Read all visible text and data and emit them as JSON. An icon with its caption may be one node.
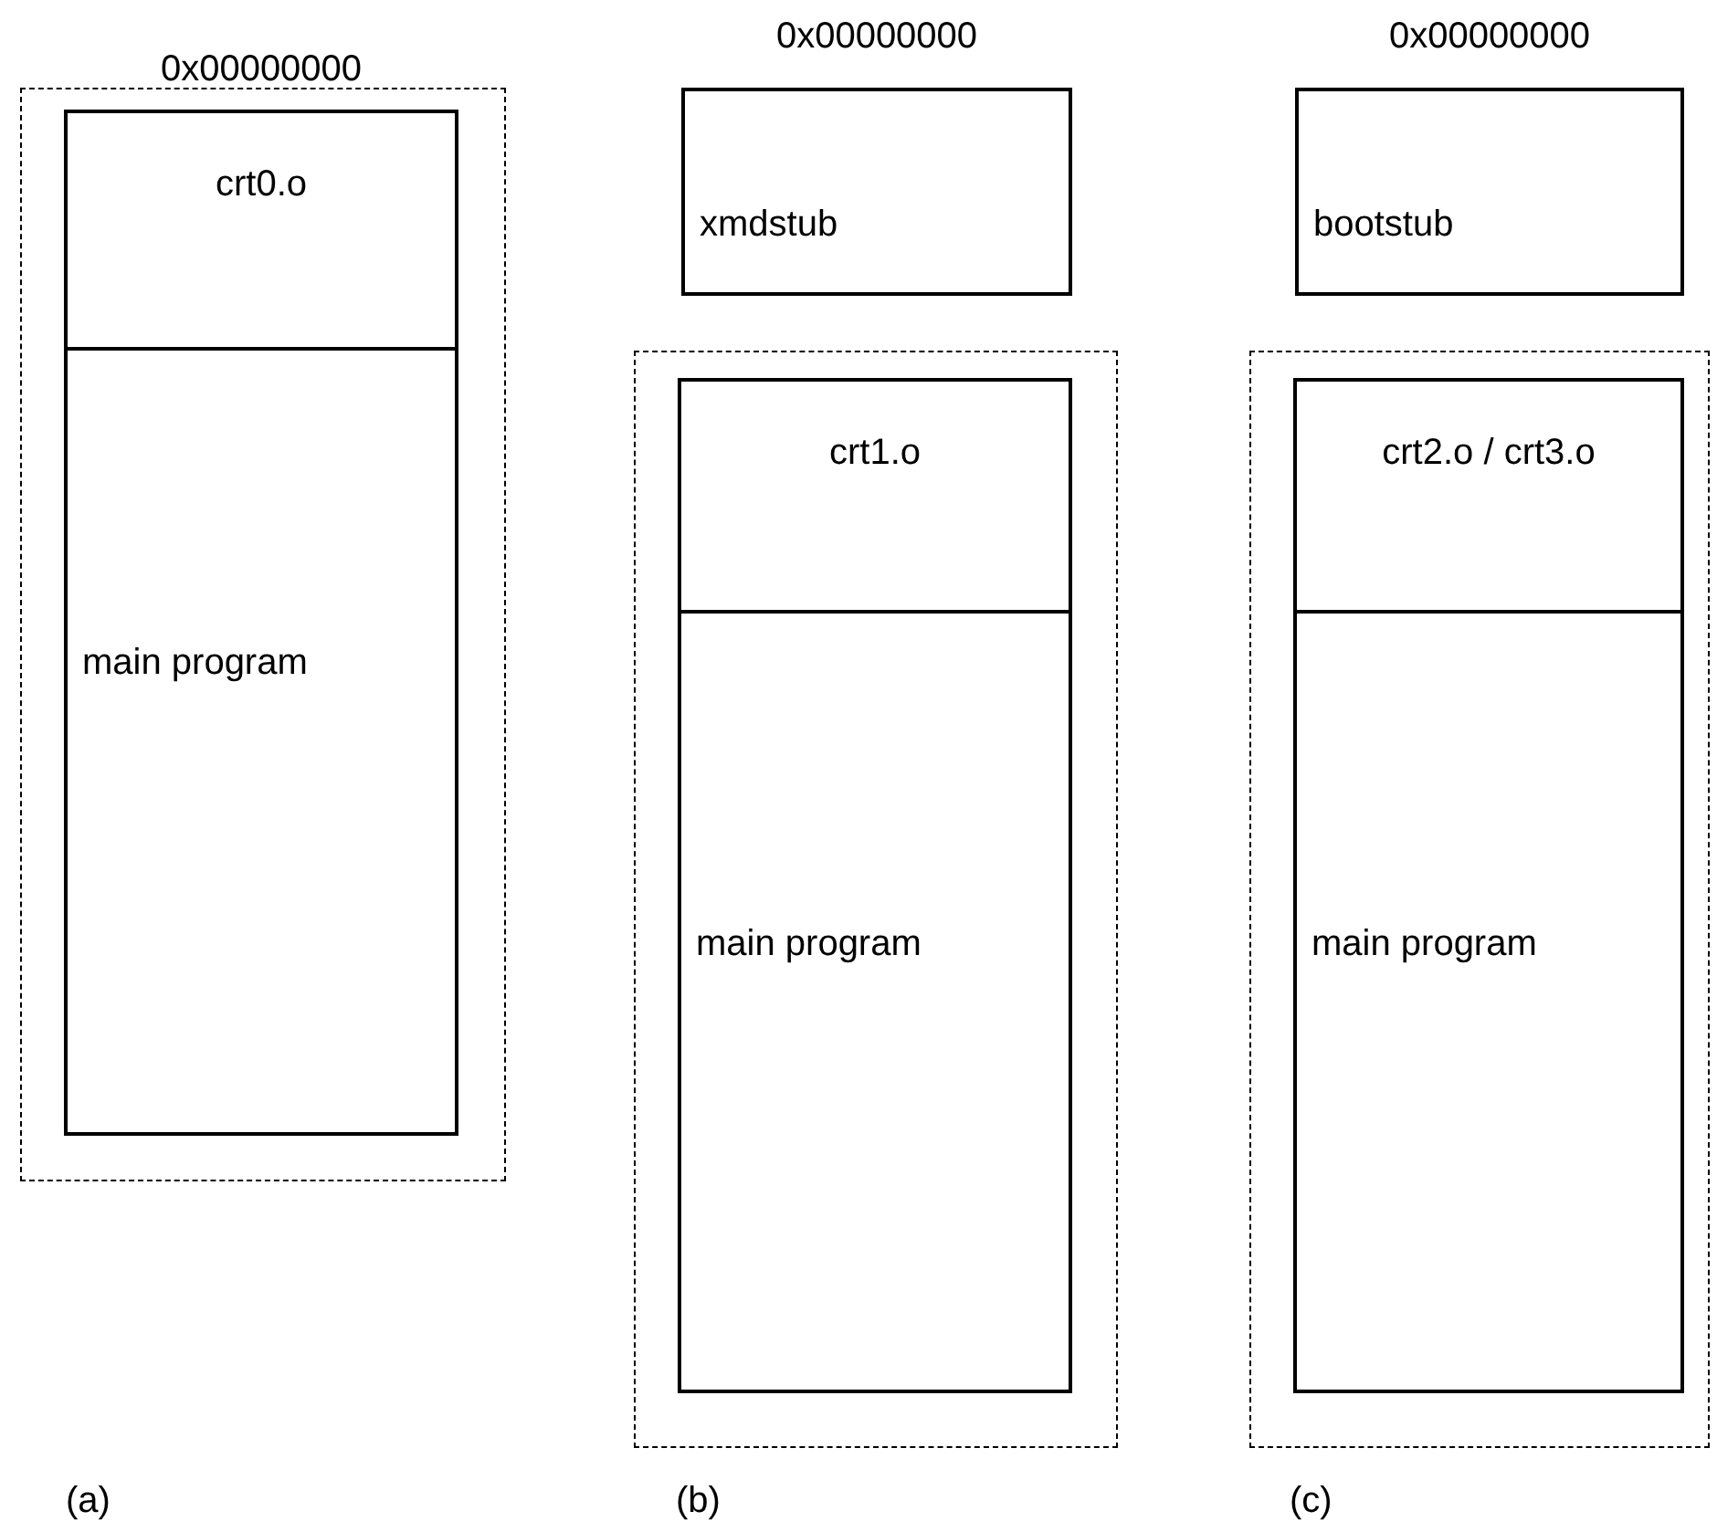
{
  "diagram": {
    "nodes": [
      {
        "text": [],
        "shape": "box"
      },
      {
        "text": [
          "crt0.o"
        ],
        "in": 0,
        "beside": [
          "0x00000000"
        ]
      },
      {
        "text": [
          "main program"
        ],
        "in": 0
      },
      {
        "text": [
          "xmdstub"
        ],
        "beside": [
          "0x00000000"
        ]
      },
      {
        "text": [],
        "shape": "box"
      },
      {
        "text": [
          "crt1.o"
        ],
        "in": 4
      },
      {
        "text": [
          "main program"
        ],
        "in": 4
      },
      {
        "text": [
          "bootstub"
        ],
        "beside": [
          "0x00000000"
        ]
      },
      {
        "text": [],
        "shape": "box"
      },
      {
        "text": [
          "crt2.o / crt3.o"
        ],
        "in": 8
      },
      {
        "text": [
          "main program"
        ],
        "in": 8
      }
    ],
    "labels": [
      "(a)",
      "(b)",
      "(c)"
    ]
  }
}
